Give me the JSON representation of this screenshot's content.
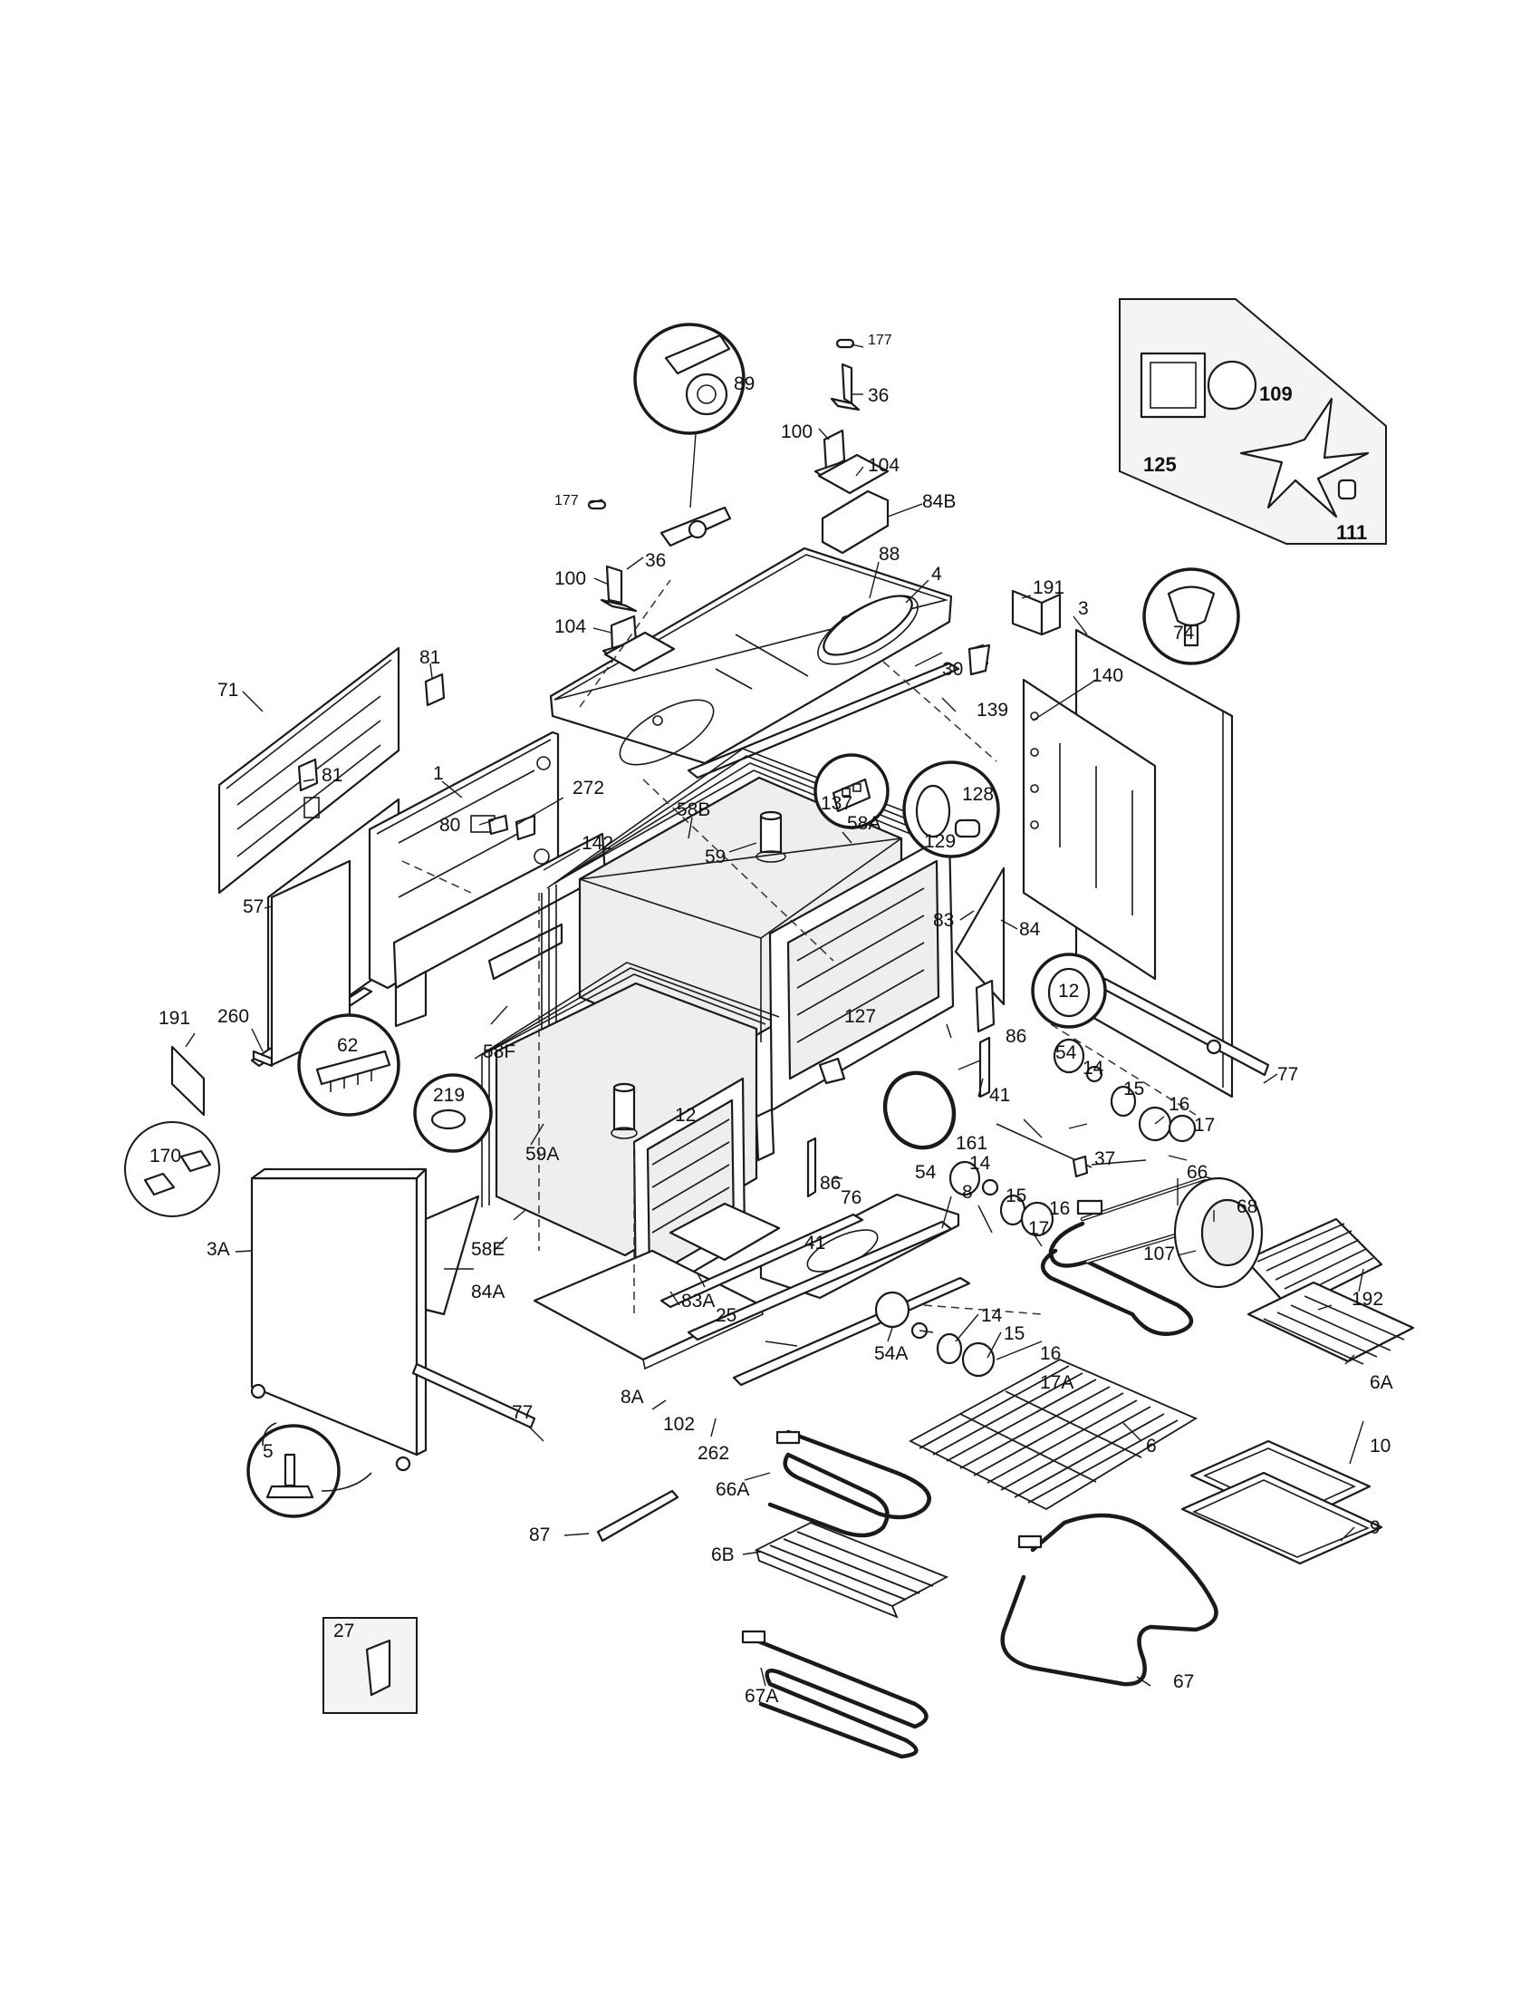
{
  "labels": {
    "p1": "1",
    "p3": "3",
    "p3A": "3A",
    "p4": "4",
    "p5": "5",
    "p6": "6",
    "p6A": "6A",
    "p6B": "6B",
    "p8": "8",
    "p8A": "8A",
    "p9": "9",
    "p10": "10",
    "p12a": "12",
    "p12b": "12",
    "p14a": "14",
    "p14b": "14",
    "p14c": "14",
    "p15a": "15",
    "p15b": "15",
    "p15c": "15",
    "p16a": "16",
    "p16b": "16",
    "p16c": "16",
    "p17a": "17",
    "p17b": "17",
    "p17A": "17A",
    "p25": "25",
    "p27": "27",
    "p30": "30",
    "p36a": "36",
    "p36b": "36",
    "p37": "37",
    "p41a": "41",
    "p41b": "41",
    "p54a": "54",
    "p54b": "54",
    "p54A": "54A",
    "p57": "57",
    "p58A": "58A",
    "p58B": "58B",
    "p58E": "58E",
    "p58F": "58F",
    "p59": "59",
    "p59A": "59A",
    "p62": "62",
    "p66": "66",
    "p66A": "66A",
    "p67": "67",
    "p67A": "67A",
    "p68": "68",
    "p71": "71",
    "p74": "74",
    "p76": "76",
    "p77a": "77",
    "p77b": "77",
    "p80": "80",
    "p81a": "81",
    "p81b": "81",
    "p83": "83",
    "p83A": "83A",
    "p84": "84",
    "p84A": "84A",
    "p84B": "84B",
    "p86a": "86",
    "p86b": "86",
    "p87": "87",
    "p88": "88",
    "p89": "89",
    "p100a": "100",
    "p100b": "100",
    "p102": "102",
    "p104a": "104",
    "p104b": "104",
    "p107": "107",
    "p109": "109",
    "p111": "111",
    "p125": "125",
    "p127": "127",
    "p128": "128",
    "p129": "129",
    "p137": "137",
    "p139": "139",
    "p140": "140",
    "p142": "142",
    "p161": "161",
    "p170": "170",
    "p177a": "177",
    "p177b": "177",
    "p191a": "191",
    "p191b": "191",
    "p192": "192",
    "p219": "219",
    "p260": "260",
    "p262": "262",
    "p272": "272"
  }
}
